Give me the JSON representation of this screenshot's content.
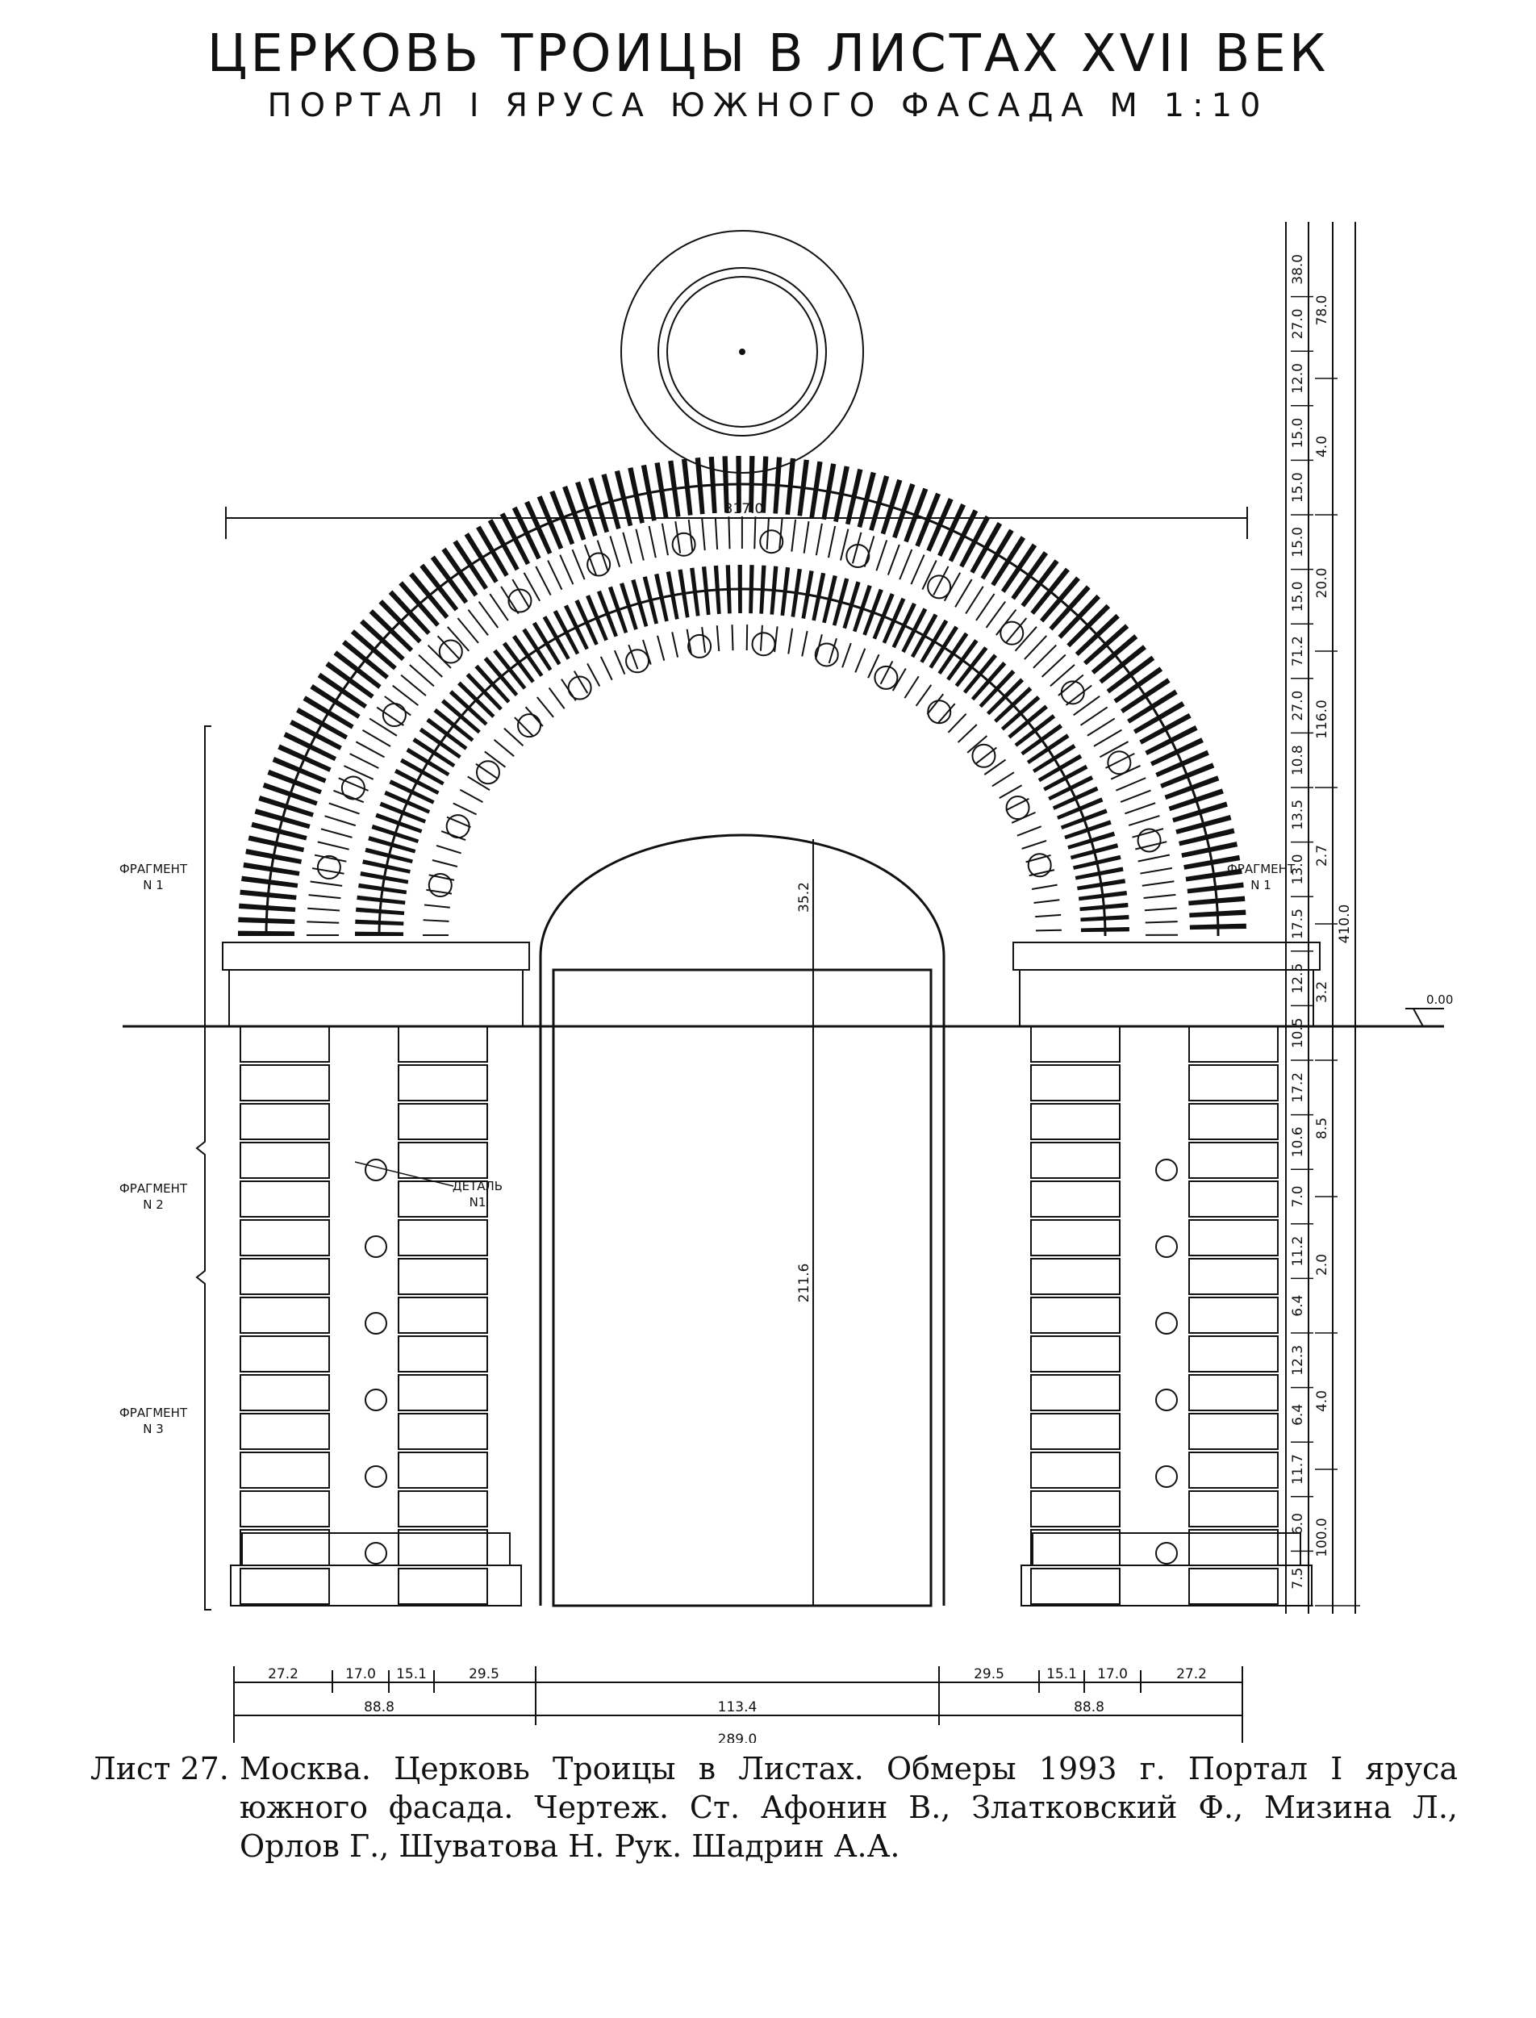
{
  "title": "ЦЕРКОВЬ ТРОИЦЫ В ЛИСТАХ XVII ВЕК",
  "subtitle": "ПОРТАЛ I ЯРУСА ЮЖНОГО ФАСАДА М 1:10",
  "labels": {
    "fragment1_left": "ФРАГМЕНТ N 1",
    "fragment1_right": "ФРАГМЕНТ N 1",
    "fragment2": "ФРАГМЕНТ N 2",
    "fragment3": "ФРАГМЕНТ N 3",
    "detail1": "ДЕТАЛЬ N1",
    "level_zero": "0.00"
  },
  "dimensions": {
    "overall_width_top": "317.0",
    "door_arch_height": "35.2",
    "door_height": "211.6",
    "bottom_left": [
      "27.2",
      "17.0",
      "15.1",
      "29.5"
    ],
    "bottom_right": [
      "29.5",
      "15.1",
      "17.0",
      "27.2"
    ],
    "left_pier": "88.8",
    "door_width": "113.4",
    "right_pier": "88.8",
    "total_width": "289.0",
    "right_col1": [
      "38.0",
      "27.0",
      "12.0",
      "15.0",
      "15.0",
      "15.0",
      "15.0",
      "71.2",
      "27.0",
      "10.8",
      "13.5",
      "13.0",
      "17.5",
      "12.5",
      "10.5",
      "17.2",
      "10.6",
      "7.0",
      "11.2",
      "6.4",
      "12.3",
      "6.4",
      "11.7",
      "6.0",
      "7.5"
    ],
    "right_col2": [
      "78.0",
      "4.0",
      "20.0",
      "116.0",
      "2.7",
      "3.2",
      "8.5",
      "2.0",
      "4.0",
      "100.0"
    ],
    "right_col3": [
      "410.0"
    ]
  },
  "caption": {
    "number": "Лист 27.",
    "text": "Москва. Церковь Троицы в Листах. Обмеры 1993 г. Портал I яруса южного фасада. Чертеж. Ст. Афонин В., Златковский Ф., Мизина Л., Орлов Г., Шуватова Н. Рук. Шадрин А.А."
  }
}
